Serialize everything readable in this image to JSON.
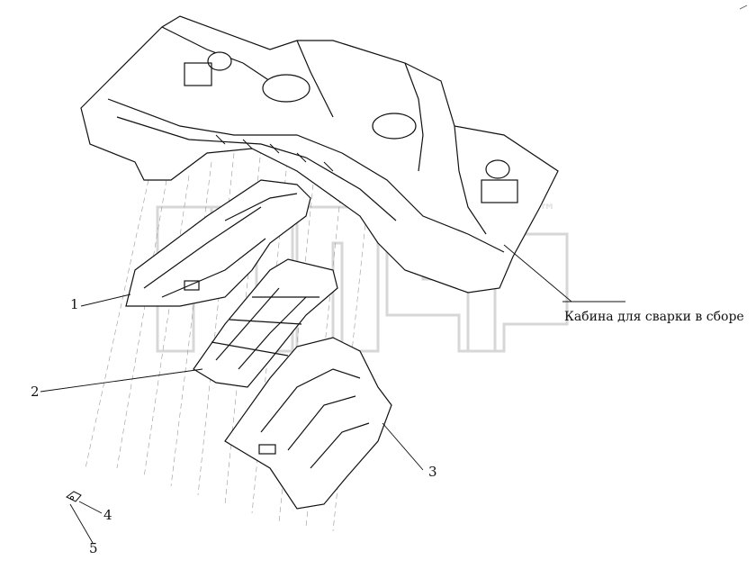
{
  "diagram": {
    "watermark": {
      "text": "™"
    },
    "callouts": [
      {
        "id": "1",
        "label": "1"
      },
      {
        "id": "2",
        "label": "2"
      },
      {
        "id": "3",
        "label": "3"
      },
      {
        "id": "4",
        "label": "4"
      },
      {
        "id": "5",
        "label": "5"
      }
    ],
    "assembly_label": "Кабина для сварки в сборе"
  }
}
